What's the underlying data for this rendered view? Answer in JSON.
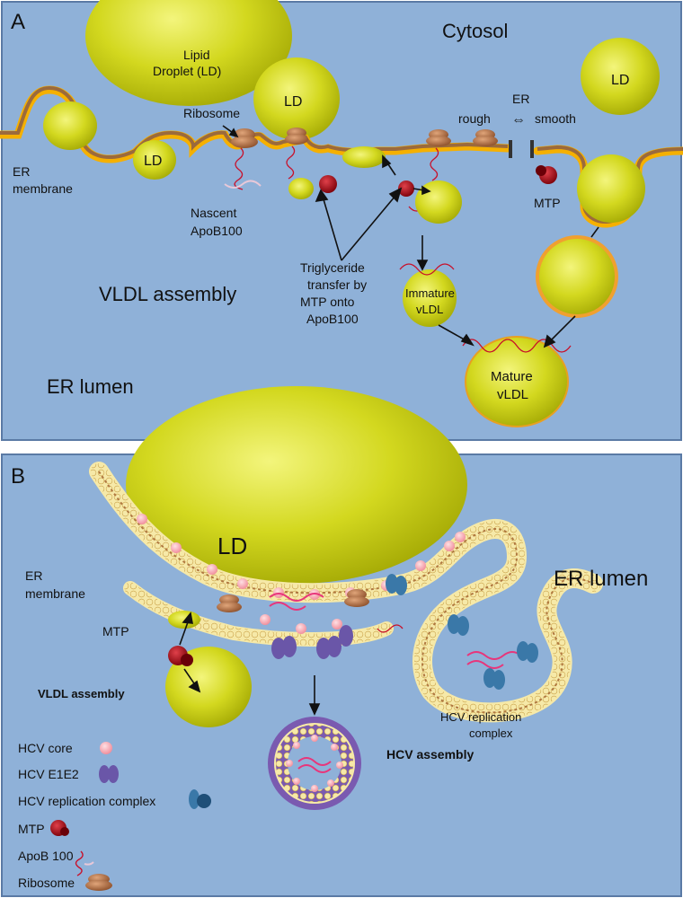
{
  "panel_a": {
    "letter": "A",
    "cytosol": "Cytosol",
    "lipid_droplet_line1": "Lipid",
    "lipid_droplet_line2": "Droplet (LD)",
    "ld": "LD",
    "ribosome": "Ribosome",
    "er_line1": "ER",
    "er_line2": "membrane",
    "er_top": "ER",
    "rough": "rough",
    "arrow_symbol": "⇔",
    "smooth": "smooth",
    "mtp": "MTP",
    "nascent_line1": "Nascent",
    "nascent_line2": "ApoB100",
    "tri_line1": "Triglyceride",
    "tri_line2": "transfer by",
    "tri_line3": "MTP  onto",
    "tri_line4": "ApoB100",
    "vldl_assembly": "VLDL assembly",
    "immature_line1": "Immature",
    "immature_line2": "vLDL",
    "mature_line1": "Mature",
    "mature_line2": "vLDL",
    "er_lumen": "ER lumen"
  },
  "panel_b": {
    "letter": "B",
    "ld": "LD",
    "er_lumen": "ER lumen",
    "er_line1": "ER",
    "er_line2": "membrane",
    "mtp": "MTP",
    "vldl_assembly": "VLDL assembly",
    "hcv_rep_line1": "HCV replication",
    "hcv_rep_line2": "complex",
    "hcv_assembly": "HCV assembly"
  },
  "legend": [
    {
      "label": "HCV  core",
      "icon": "core-icon"
    },
    {
      "label": "HCV  E1E2",
      "icon": "e1e2-icon"
    },
    {
      "label": "HCV replication complex",
      "icon": "replication-complex-icon"
    },
    {
      "label": "MTP",
      "icon": "mtp-icon"
    },
    {
      "label": "ApoB 100",
      "icon": "apob-icon"
    },
    {
      "label": "Ribosome",
      "icon": "ribosome-icon"
    }
  ],
  "colors": {
    "background": "#8fb1d8",
    "lipid": "#c8ce12",
    "membrane_orange": "#f5b000",
    "membrane_brown": "#9b6a3c",
    "mtp_red": "#b8101a",
    "core_pink": "#f7a6b0"
  }
}
